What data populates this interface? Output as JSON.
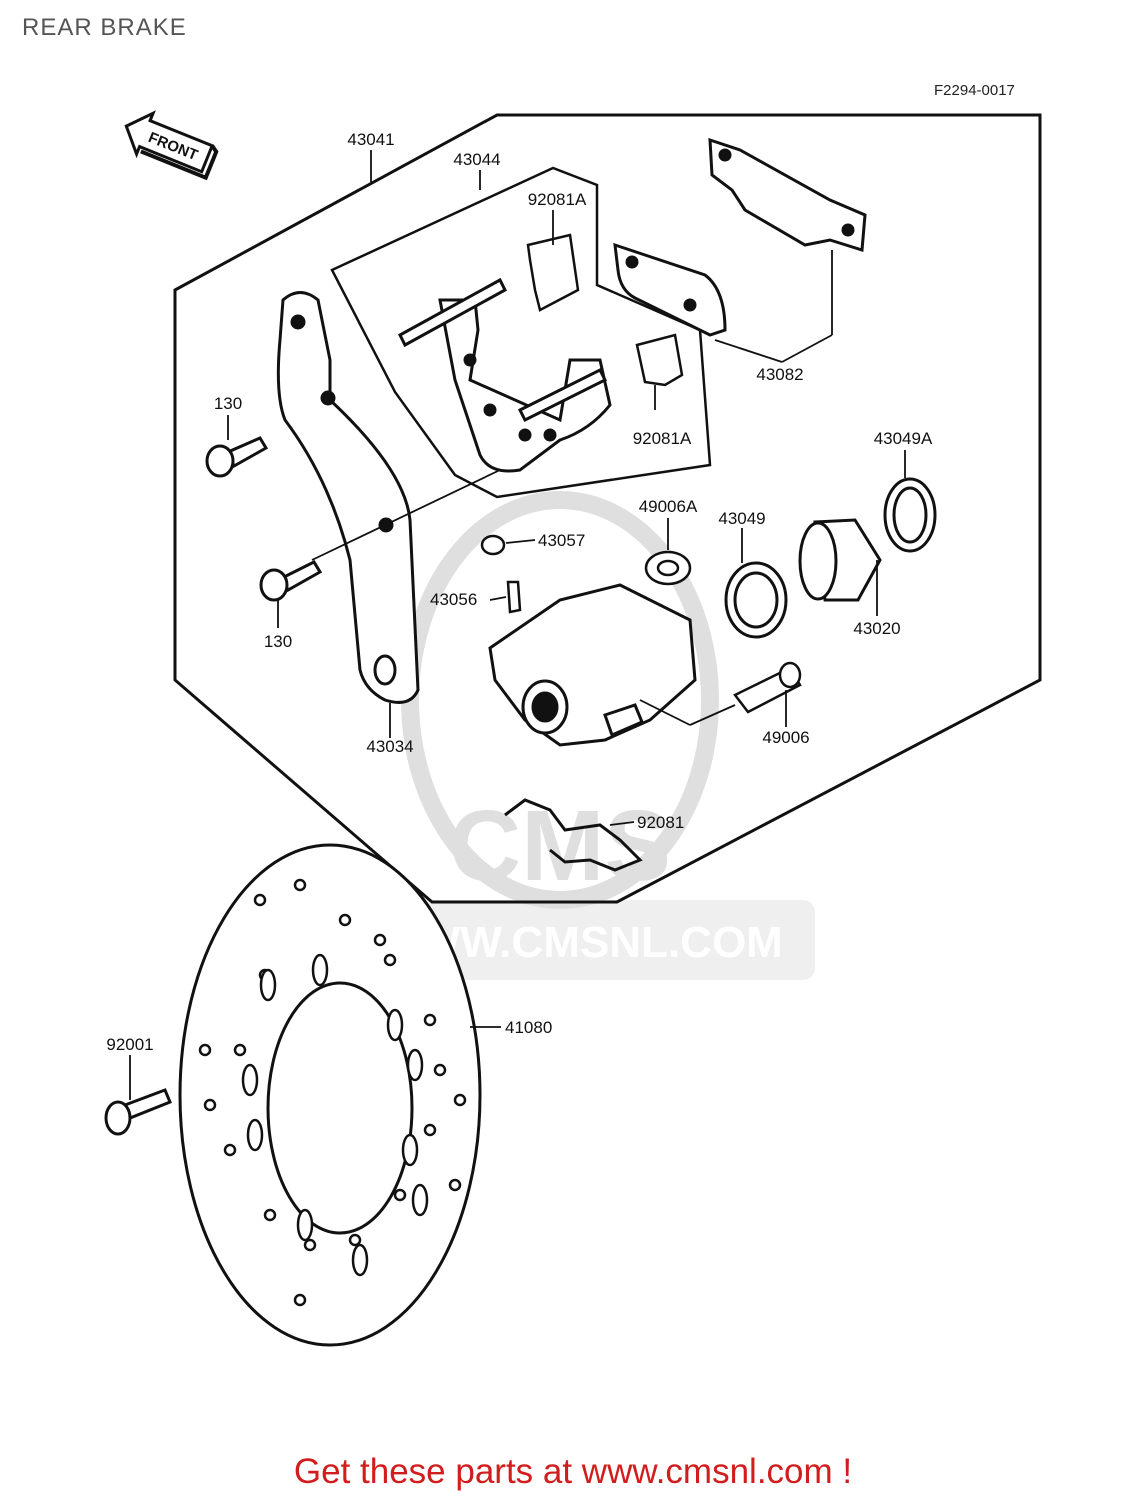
{
  "title": "REAR BRAKE",
  "figure_ref": "F2294-0017",
  "front_label": "FRONT",
  "watermark": "WWW.CMSNL.COM",
  "footer": "Get these parts at www.cmsnl.com !",
  "parts": [
    {
      "id": "p43041",
      "number": "43041"
    },
    {
      "id": "p43044",
      "number": "43044"
    },
    {
      "id": "p92081A_top",
      "number": "92081A"
    },
    {
      "id": "p92081A_bottom",
      "number": "92081A"
    },
    {
      "id": "p43082",
      "number": "43082"
    },
    {
      "id": "p130_top",
      "number": "130"
    },
    {
      "id": "p130_bottom",
      "number": "130"
    },
    {
      "id": "p43049A",
      "number": "43049A"
    },
    {
      "id": "p49006A",
      "number": "49006A"
    },
    {
      "id": "p43049",
      "number": "43049"
    },
    {
      "id": "p43057",
      "number": "43057"
    },
    {
      "id": "p43056",
      "number": "43056"
    },
    {
      "id": "p43020",
      "number": "43020"
    },
    {
      "id": "p43034",
      "number": "43034"
    },
    {
      "id": "p49006",
      "number": "49006"
    },
    {
      "id": "p92081",
      "number": "92081"
    },
    {
      "id": "p41080",
      "number": "41080"
    },
    {
      "id": "p92001",
      "number": "92001"
    }
  ]
}
